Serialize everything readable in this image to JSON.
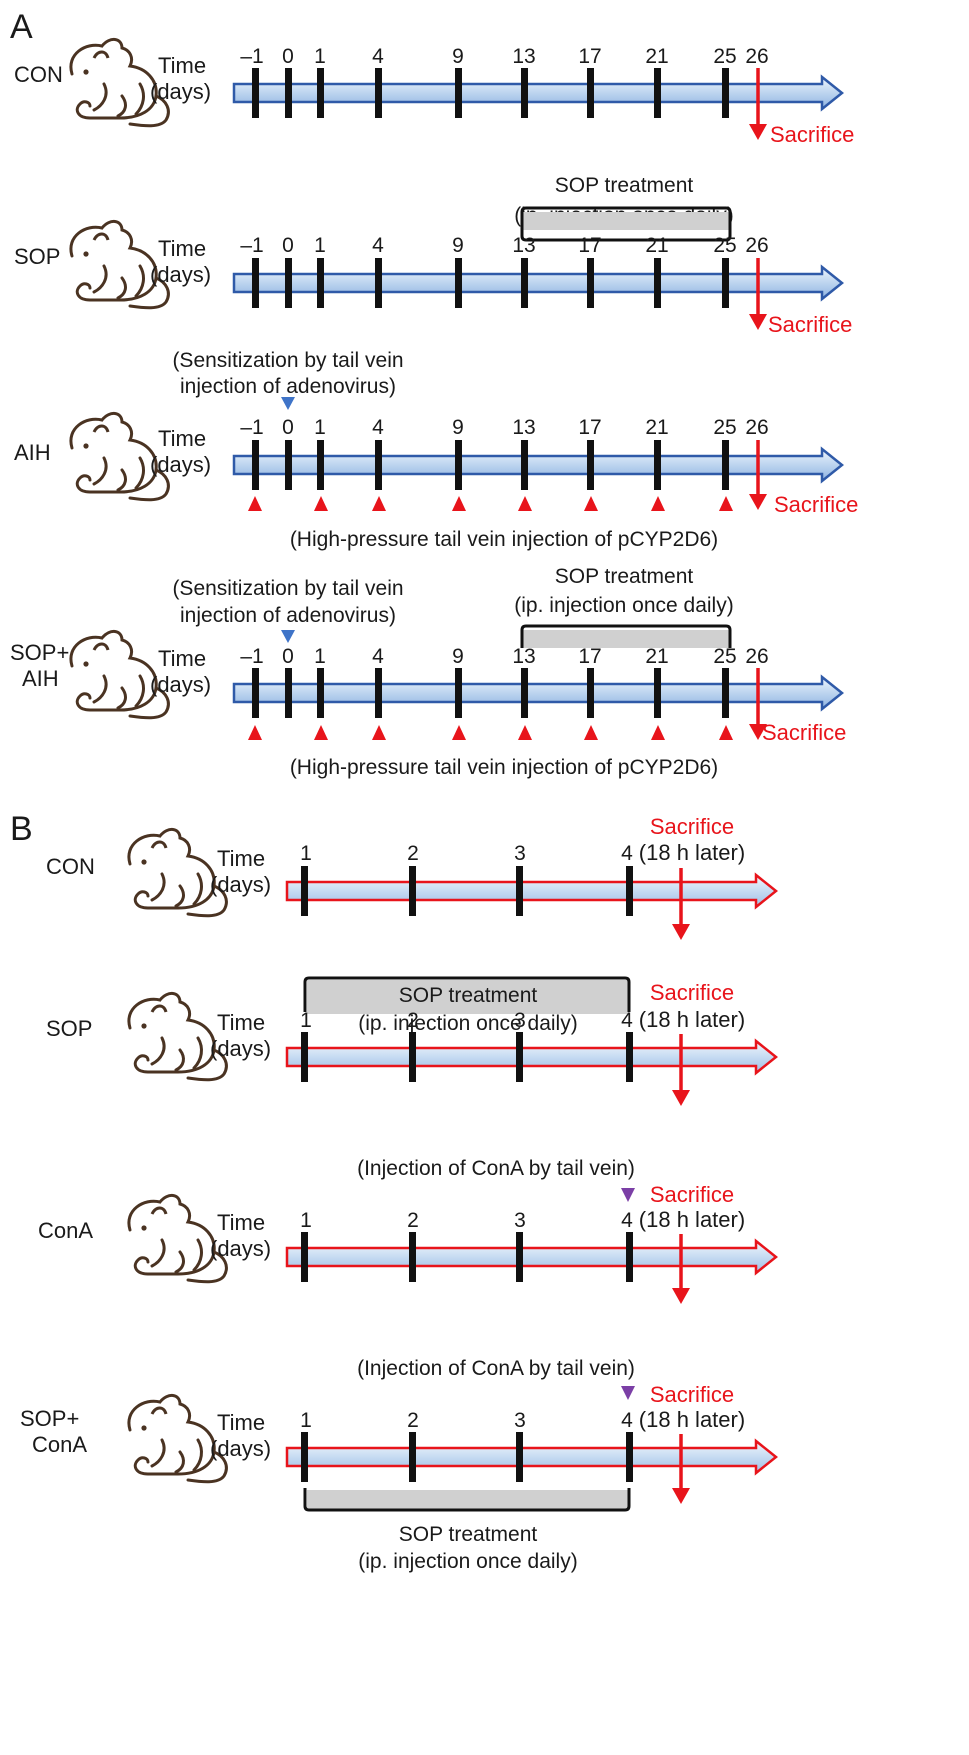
{
  "panels": [
    {
      "letter": "A",
      "time_label": [
        "Time",
        "(days)"
      ],
      "days": [
        "–1",
        "0",
        "1",
        "4",
        "9",
        "13",
        "17",
        "21",
        "25",
        "26"
      ],
      "groups": [
        {
          "label": [
            "CON"
          ],
          "sacrifice": "Sacrifice"
        },
        {
          "label": [
            "SOP"
          ],
          "treatment": [
            "SOP treatment",
            "(ip. injection once daily)"
          ],
          "sacrifice": "Sacrifice"
        },
        {
          "label": [
            "AIH"
          ],
          "sensitization": [
            "(Sensitization by tail vein",
            "injection of adenovirus)"
          ],
          "injection_note": "(High-pressure tail vein injection of pCYP2D6)",
          "sacrifice": "Sacrifice"
        },
        {
          "label": [
            "SOP+",
            "AIH"
          ],
          "sensitization": [
            "(Sensitization by tail vein",
            "injection of adenovirus)"
          ],
          "treatment": [
            "SOP treatment",
            "(ip. injection once daily)"
          ],
          "injection_note": "(High-pressure tail vein injection of pCYP2D6)",
          "sacrifice": "Sacrifice"
        }
      ]
    },
    {
      "letter": "B",
      "time_label": [
        "Time",
        "(days)"
      ],
      "days": [
        "1",
        "2",
        "3",
        "4"
      ],
      "groups": [
        {
          "label": [
            "CON"
          ],
          "sacrifice": "Sacrifice",
          "sacrifice_note": "(18 h later)"
        },
        {
          "label": [
            "SOP"
          ],
          "treatment": [
            "SOP treatment",
            "(ip. injection once daily)"
          ],
          "sacrifice": "Sacrifice",
          "sacrifice_note": "(18 h later)"
        },
        {
          "label": [
            "ConA"
          ],
          "cona_note": "(Injection of ConA by tail vein)",
          "sacrifice": "Sacrifice",
          "sacrifice_note": "(18 h later)"
        },
        {
          "label": [
            "SOP+",
            "ConA"
          ],
          "cona_note": "(Injection of ConA by tail vein)",
          "treatment": [
            "SOP treatment",
            "(ip. injection once daily)"
          ],
          "sacrifice": "Sacrifice",
          "sacrifice_note": "(18 h later)"
        }
      ]
    }
  ],
  "colors": {
    "arrow_a_fill": "#cfe1f5",
    "arrow_a_stroke": "#2f5aa8",
    "arrow_b_stroke": "#e8141b",
    "sacrifice": "#e8141b",
    "injection_marker": "#e8141b",
    "sensitization_marker": "#3f74c8",
    "cona_marker": "#7b3fa6",
    "treatment_bar": "#d0d0d0"
  }
}
